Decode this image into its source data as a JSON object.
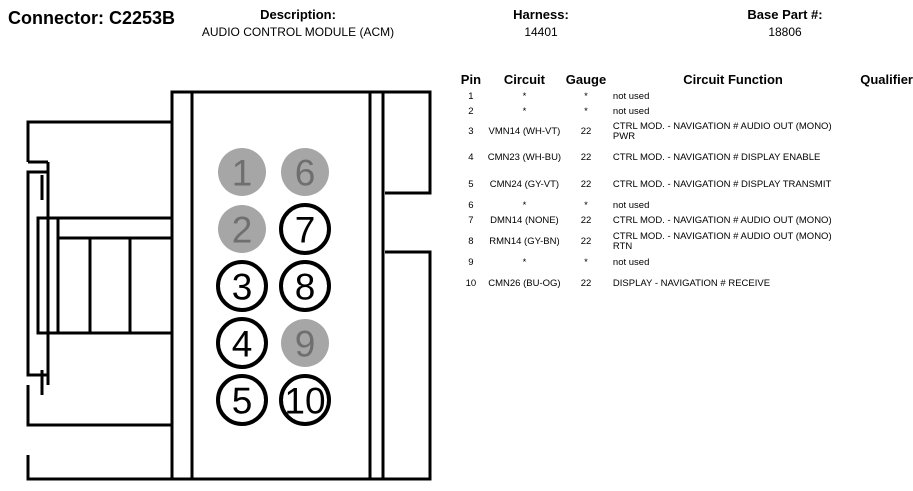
{
  "header": {
    "connector_title": "Connector: C2253B",
    "description_label": "Description:",
    "description_value": "AUDIO CONTROL MODULE (ACM)",
    "harness_label": "Harness:",
    "harness_value": "14401",
    "base_part_label": "Base Part #:",
    "base_part_value": "18806"
  },
  "table": {
    "headers": [
      "Pin",
      "Circuit",
      "Gauge",
      "Circuit Function",
      "Qualifier"
    ],
    "rows": [
      {
        "pin": "1",
        "circuit": "*",
        "gauge": "*",
        "function": "not used"
      },
      {
        "pin": "2",
        "circuit": "*",
        "gauge": "*",
        "function": "not used"
      },
      {
        "pin": "3",
        "circuit": "VMN14 (WH-VT)",
        "gauge": "22",
        "function": "CTRL MOD. - NAVIGATION # AUDIO OUT (MONO) PWR"
      },
      {
        "pin": "4",
        "circuit": "CMN23 (WH-BU)",
        "gauge": "22",
        "function": "CTRL MOD. - NAVIGATION # DISPLAY ENABLE"
      },
      {
        "pin": "5",
        "circuit": "CMN24 (GY-VT)",
        "gauge": "22",
        "function": "CTRL MOD. - NAVIGATION # DISPLAY TRANSMIT"
      },
      {
        "pin": "6",
        "circuit": "*",
        "gauge": "*",
        "function": "not used"
      },
      {
        "pin": "7",
        "circuit": "DMN14 (NONE)",
        "gauge": "22",
        "function": "CTRL MOD. - NAVIGATION # AUDIO OUT (MONO)"
      },
      {
        "pin": "8",
        "circuit": "RMN14 (GY-BN)",
        "gauge": "22",
        "function": "CTRL MOD. - NAVIGATION # AUDIO OUT (MONO) RTN"
      },
      {
        "pin": "9",
        "circuit": "*",
        "gauge": "*",
        "function": "not used"
      },
      {
        "pin": "10",
        "circuit": "CMN26 (BU-OG)",
        "gauge": "22",
        "function": "DISPLAY - NAVIGATION # RECEIVE"
      }
    ]
  },
  "pins": [
    {
      "label": "1",
      "used": false
    },
    {
      "label": "2",
      "used": false
    },
    {
      "label": "3",
      "used": true
    },
    {
      "label": "4",
      "used": true
    },
    {
      "label": "5",
      "used": true
    },
    {
      "label": "6",
      "used": false
    },
    {
      "label": "7",
      "used": true
    },
    {
      "label": "8",
      "used": true
    },
    {
      "label": "9",
      "used": false
    },
    {
      "label": "10",
      "used": true
    }
  ],
  "colors": {
    "unused_pin_fill": "#a6a6a6",
    "unused_pin_text": "#6f6f6f",
    "used_pin_stroke": "#000000"
  }
}
